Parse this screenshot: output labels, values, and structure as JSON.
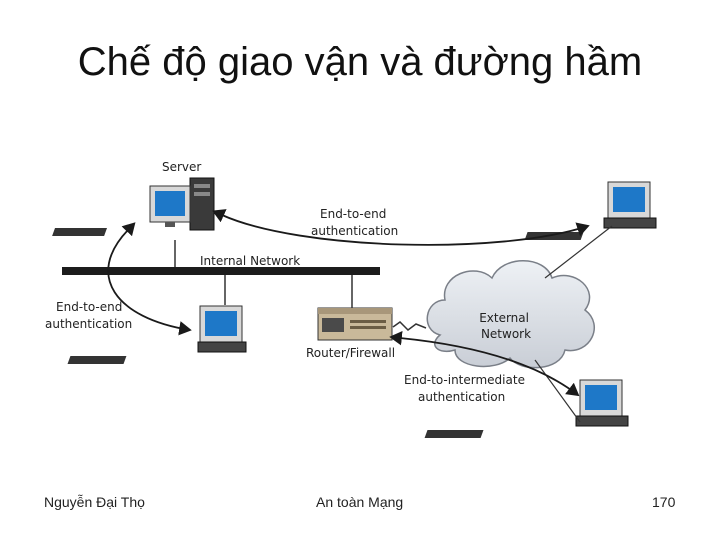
{
  "title": "Chế độ giao vận và đường hầm",
  "diagram": {
    "server_label": "Server",
    "internal_network_label": "Internal Network",
    "router_label": "Router/Firewall",
    "external_network_label": [
      "External",
      "Network"
    ],
    "e2e_top_label": [
      "End-to-end",
      "authentication"
    ],
    "e2e_left_label": [
      "End-to-end",
      "authentication"
    ],
    "e2i_label": [
      "End-to-intermediate",
      "authentication"
    ]
  },
  "footer": {
    "author": "Nguyễn Đại Thọ",
    "course": "An toàn Mạng",
    "page": "170"
  }
}
